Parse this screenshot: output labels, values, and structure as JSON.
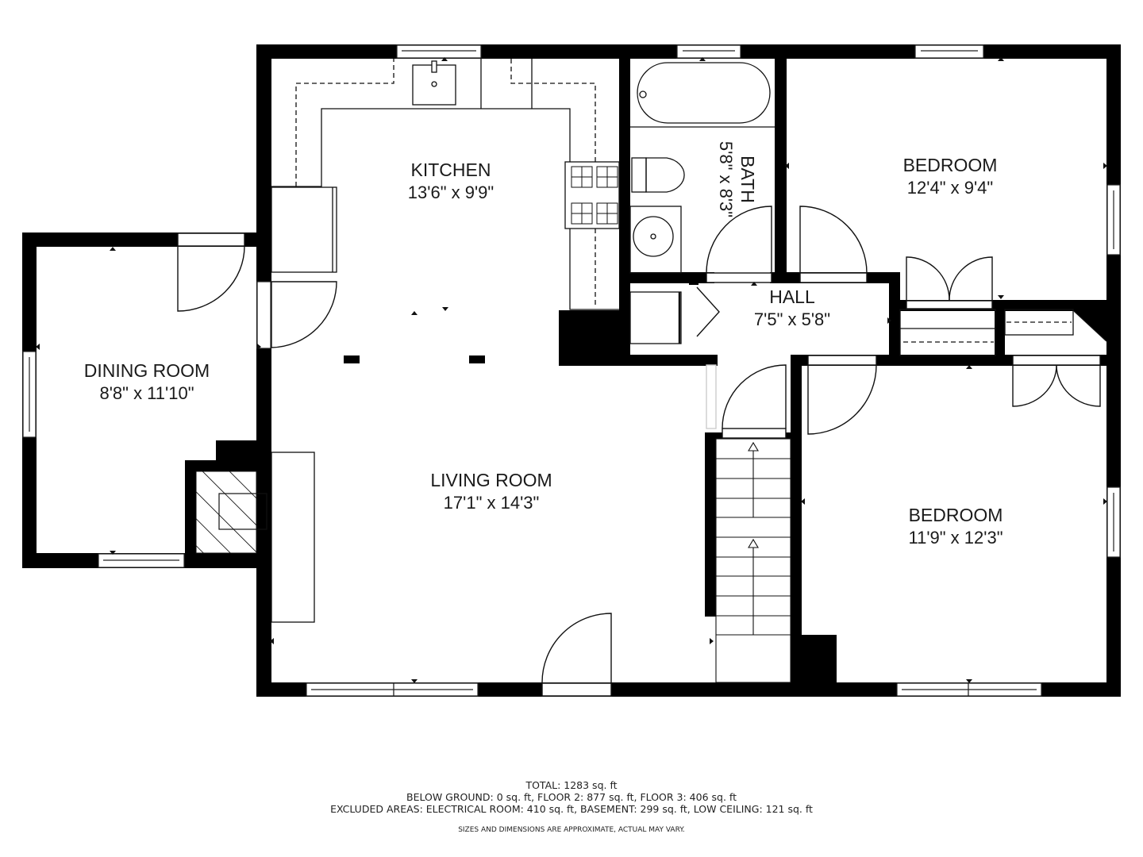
{
  "rooms": {
    "kitchen": {
      "name": "KITCHEN",
      "dim": "13'6\" x 9'9\""
    },
    "bath": {
      "name": "BATH",
      "dim": "5'8\" x 8'3\""
    },
    "bedroom_upper": {
      "name": "BEDROOM",
      "dim": "12'4\" x 9'4\""
    },
    "hall": {
      "name": "HALL",
      "dim": "7'5\" x 5'8\""
    },
    "dining": {
      "name": "DINING ROOM",
      "dim": "8'8\" x 11'10\""
    },
    "living": {
      "name": "LIVING ROOM",
      "dim": "17'1\" x 14'3\""
    },
    "bedroom_lower": {
      "name": "BEDROOM",
      "dim": "11'9\" x 12'3\""
    }
  },
  "summary": {
    "total": "TOTAL: 1283 sq. ft",
    "floors": "BELOW GROUND: 0 sq. ft, FLOOR 2: 877 sq. ft, FLOOR 3: 406 sq. ft",
    "excluded": "EXCLUDED AREAS: ELECTRICAL ROOM: 410 sq. ft, BASEMENT: 299 sq. ft, LOW CEILING: 121 sq. ft",
    "disclaimer": "SIZES AND DIMENSIONS ARE APPROXIMATE, ACTUAL MAY VARY."
  },
  "colors": {
    "wall": "#000000",
    "background": "#ffffff",
    "line": "#1a1a1a"
  }
}
